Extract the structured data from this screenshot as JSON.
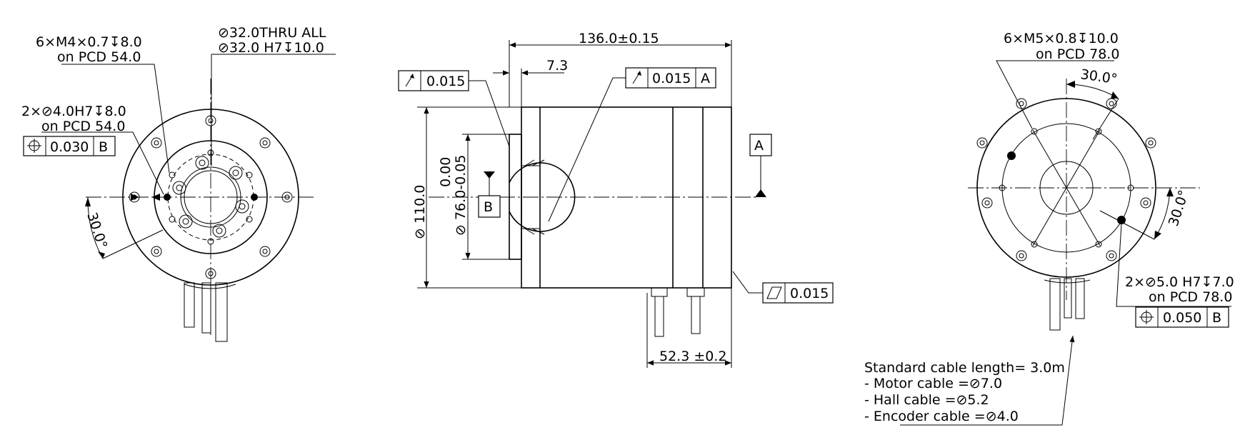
{
  "left_view": {
    "thread_note": "6×M4×0.7↧8.0",
    "thread_pcd": "on PCD 54.0",
    "bore_note_1": "⊘32.0THRU ALL",
    "bore_note_2": "⊘32.0 H7↧10.0",
    "pin_note": "2×⊘4.0H7↧8.0",
    "pin_pcd": "on PCD 54.0",
    "position_tol": "0.030",
    "position_datum": "B",
    "angle": "30.0°"
  },
  "middle_view": {
    "length": "136.0±0.15",
    "flange": "7.3",
    "runout_1": "0.015",
    "runout_2": "0.015",
    "runout_2_datum": "A",
    "datum_a": "A",
    "datum_b": "B",
    "diameter_110": "⊘ 110.0",
    "diameter_76": "⊘ 76.0-0.05",
    "tol_upper": "0.00",
    "flatness": "0.015",
    "dim_52": "52.3 ±0.2"
  },
  "right_view": {
    "thread_note": "6×M5×0.8↧10.0",
    "thread_pcd": "on PCD 78.0",
    "angle_top": "30.0°",
    "angle_right": "30.0°",
    "pin_note": "2×⊘5.0 H7↧7.0",
    "pin_pcd": "on PCD 78.0",
    "position_tol": "0.050",
    "position_datum": "B"
  },
  "cable_note": {
    "line1": "Standard cable length= 3.0m",
    "line2": "- Motor cable =⊘7.0",
    "line3": "- Hall cable =⊘5.2",
    "line4": "- Encoder cable =⊘4.0"
  }
}
